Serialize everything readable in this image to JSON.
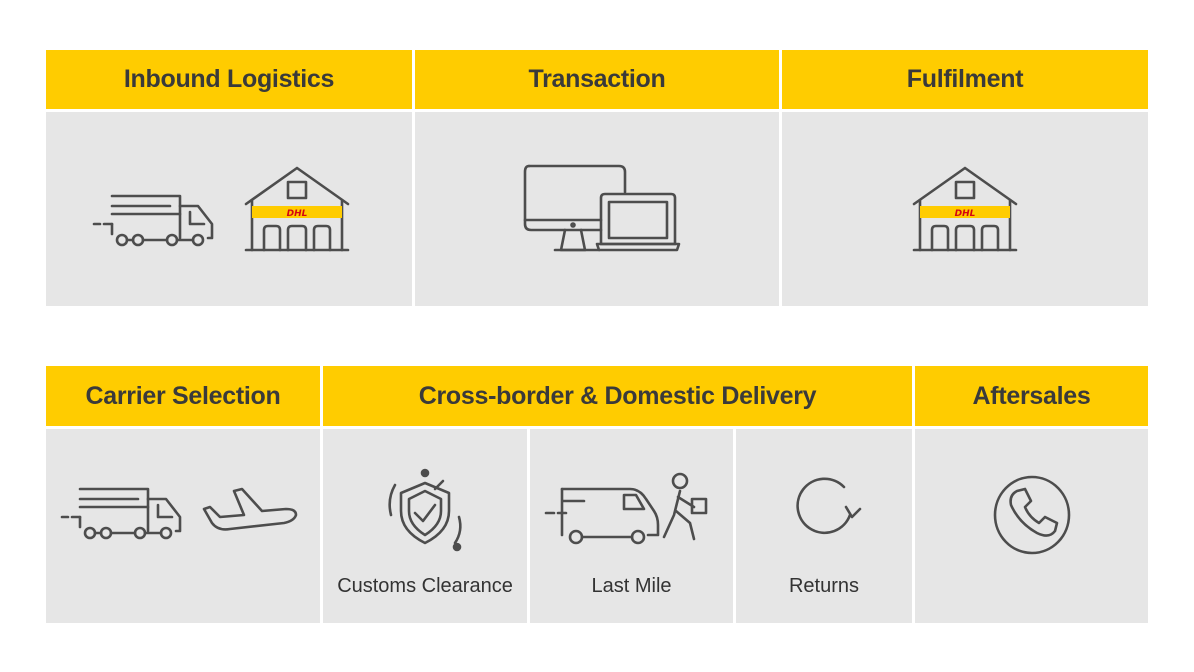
{
  "colors": {
    "header_bg": "#FFCC00",
    "body_bg": "#E6E6E6",
    "icon": "#4D4D4D",
    "dhl_red": "#D40511"
  },
  "top_row": [
    {
      "title": "Inbound Logistics",
      "icons": [
        "delivery-truck-icon",
        "warehouse-icon"
      ]
    },
    {
      "title": "Transaction",
      "icons": [
        "desktop-computer-icon",
        "laptop-icon"
      ]
    },
    {
      "title": "Fulfilment",
      "icons": [
        "warehouse-icon"
      ]
    }
  ],
  "bottom_row": {
    "carrier": {
      "title": "Carrier Selection",
      "icons": [
        "delivery-truck-icon",
        "airplane-icon"
      ]
    },
    "delivery": {
      "title": "Cross-border & Domestic Delivery",
      "items": [
        {
          "label": "Customs Clearance",
          "icon": "customs-shield-icon"
        },
        {
          "label": "Last Mile",
          "icon": "delivery-van-courier-icon"
        },
        {
          "label": "Returns",
          "icon": "returns-arrow-icon"
        }
      ]
    },
    "aftersales": {
      "title": "Aftersales",
      "icon": "phone-icon"
    }
  },
  "warehouse_logo_text": "DHL"
}
